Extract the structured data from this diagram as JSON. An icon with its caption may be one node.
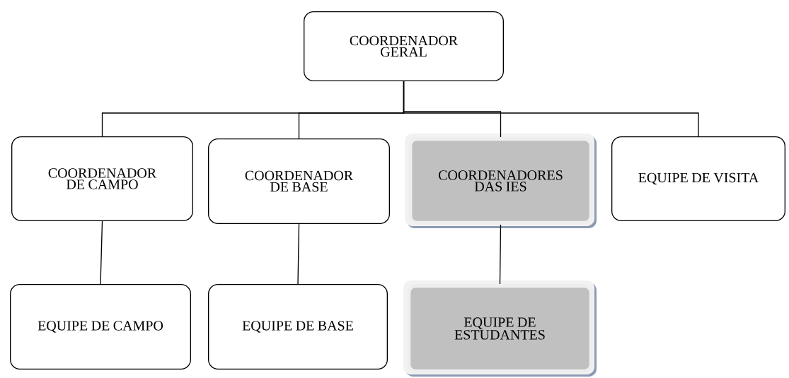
{
  "diagram": {
    "nodes": [
      {
        "text": [
          "COORDENADOR GERAL"
        ]
      },
      {
        "text": [
          "COORDENADOR DE CAMPO"
        ]
      },
      {
        "text": [
          "COORDENADOR DE BASE"
        ]
      },
      {
        "text": [
          "COORDENADORES DAS IES"
        ]
      },
      {
        "text": [
          "EQUIPE DE VISITA"
        ]
      },
      {
        "text": [
          "EQUIPE DE CAMPO"
        ]
      },
      {
        "text": [
          "EQUIPE DE BASE"
        ]
      },
      {
        "text": [
          "EQUIPE DE ESTUDANTES"
        ]
      }
    ],
    "edges": [
      {
        "from": 0,
        "to": 1,
        "arrow": "none"
      },
      {
        "from": 0,
        "to": 2,
        "arrow": "none"
      },
      {
        "from": 0,
        "to": 3,
        "arrow": "none"
      },
      {
        "from": 0,
        "to": 4,
        "arrow": "none"
      },
      {
        "from": 1,
        "to": 5,
        "arrow": "none"
      },
      {
        "from": 2,
        "to": 6,
        "arrow": "none"
      },
      {
        "from": 3,
        "to": 7,
        "arrow": "none"
      }
    ]
  }
}
